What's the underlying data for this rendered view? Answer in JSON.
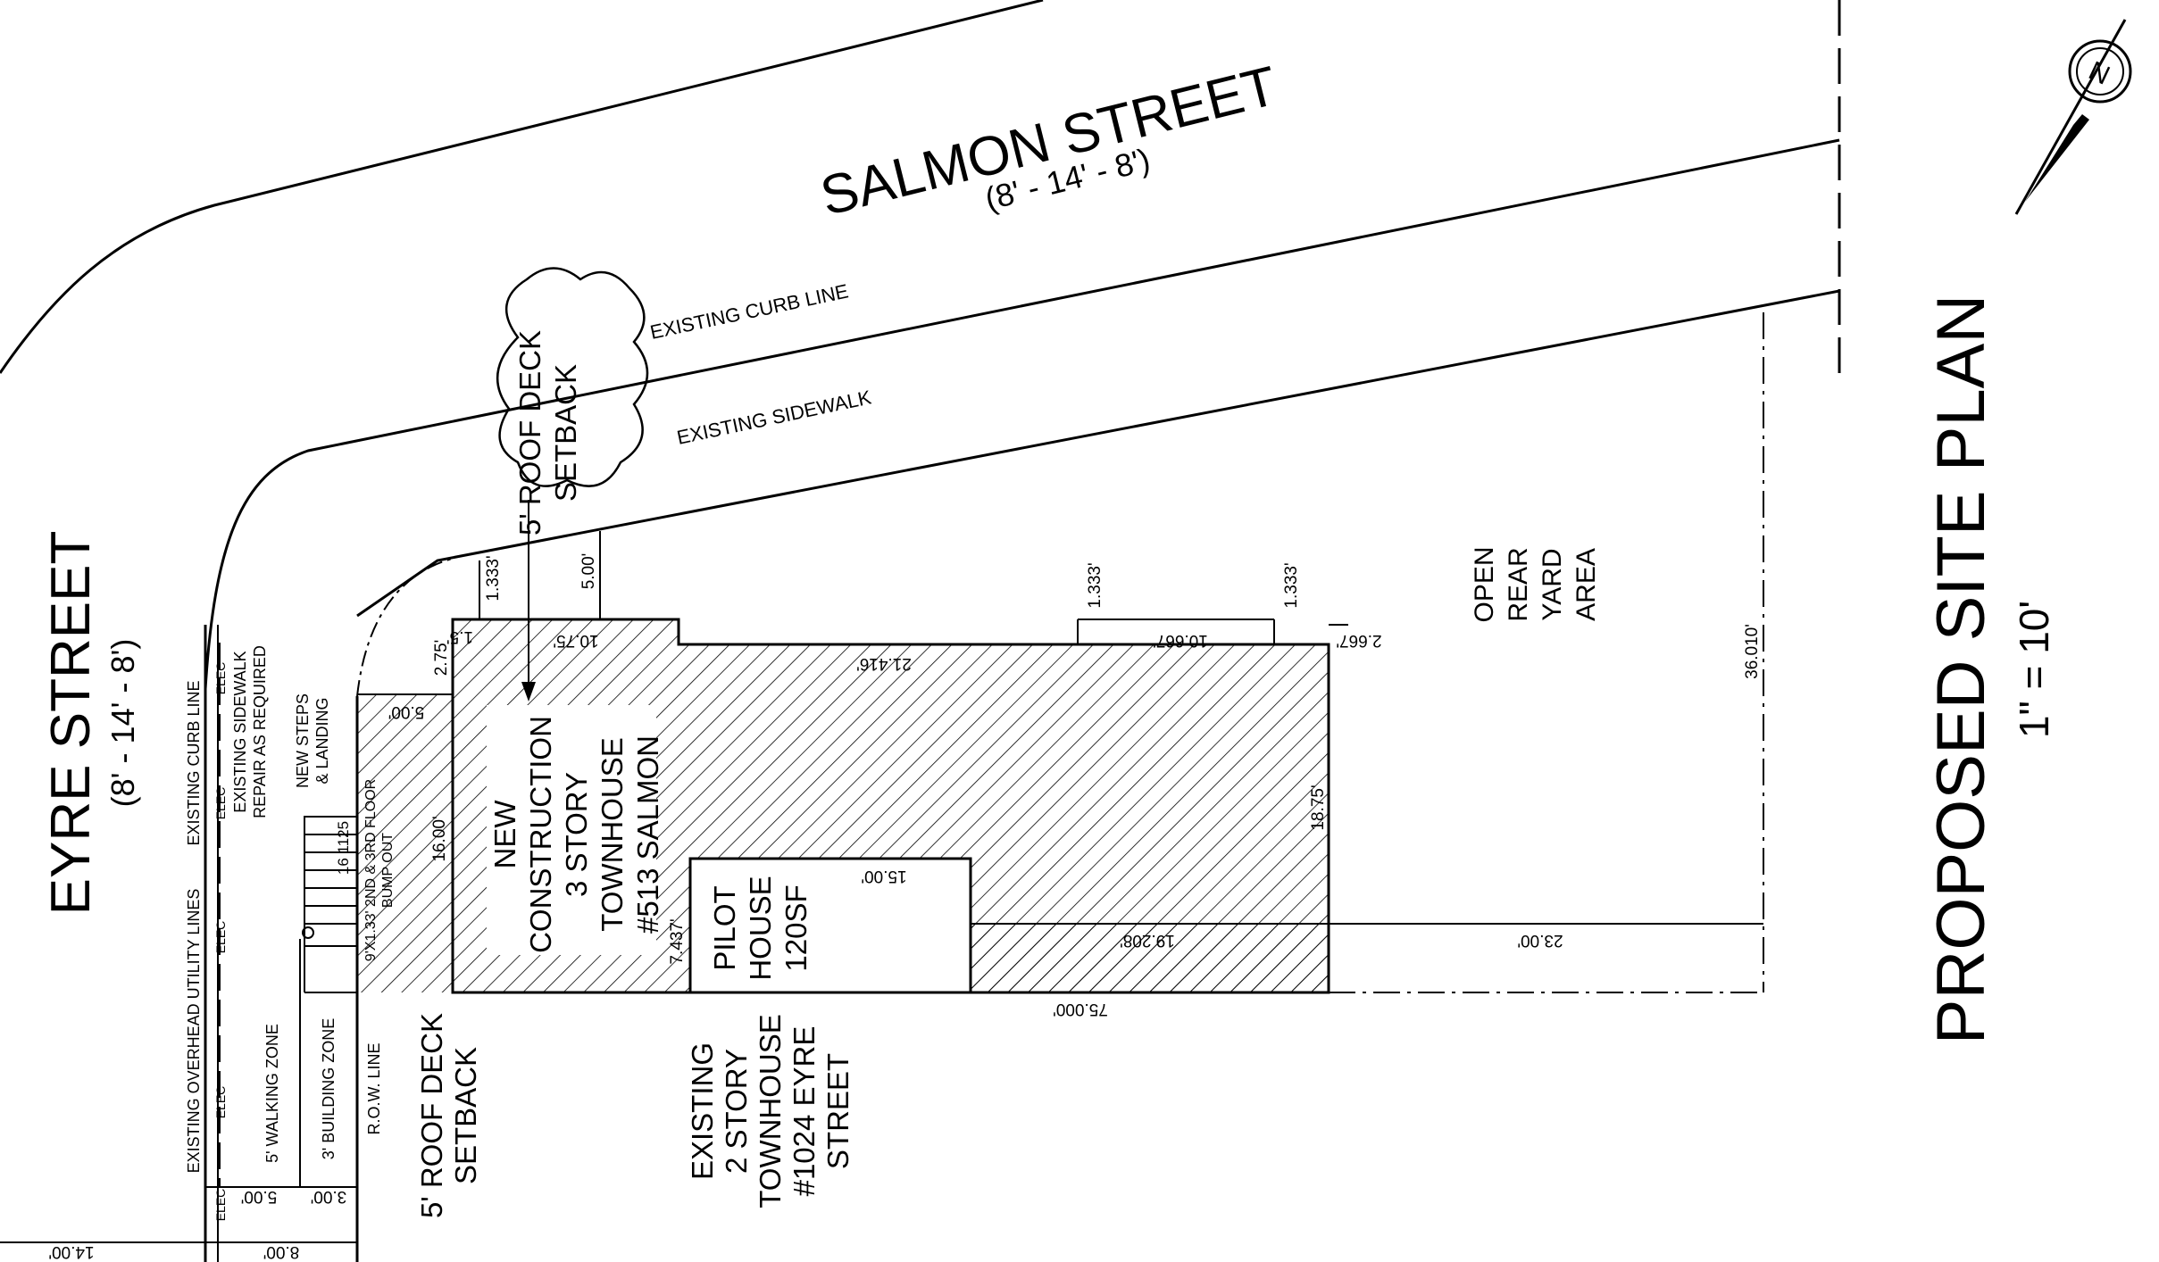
{
  "streets": {
    "salmon": {
      "name": "SALMON STREET",
      "dims": "(8' - 14' - 8')"
    },
    "eyre": {
      "name": "EYRE STREET",
      "dims": "(8' - 14' - 8')"
    }
  },
  "plan_title": {
    "title": "PROPOSED SITE PLAN",
    "scale": "1\" = 10'"
  },
  "annotations": {
    "curb_line": "EXISTING CURB LINE",
    "sidewalk": "EXISTING SIDEWALK",
    "roof_deck_cloud": [
      "5' ROOF DECK",
      "SETBACK"
    ],
    "roof_deck_bottom": [
      "5' ROOF DECK",
      "SETBACK"
    ],
    "open_yard": [
      "OPEN",
      "REAR",
      "YARD",
      "AREA"
    ],
    "new_construction": [
      "NEW",
      "CONSTRUCTION",
      "3 STORY",
      "TOWNHOUSE",
      "#513 SALMON"
    ],
    "pilot_house": [
      "PILOT",
      "HOUSE",
      "120SF"
    ],
    "existing_townhouse": [
      "EXISTING",
      "2 STORY",
      "TOWNHOUSE",
      "#1024 EYRE",
      "STREET"
    ],
    "overhead_utility": "EXISTING OVERHEAD UTILITY LINES",
    "eyre_curb_line": "EXISTING CURB LINE",
    "sidewalk_repair": [
      "EXISTING SIDEWALK",
      "REPAIR AS REQUIRED"
    ],
    "new_steps": [
      "NEW STEPS",
      "& LANDING"
    ],
    "bump_out": [
      "9'X1.33' 2ND & 3RD FLOOR",
      "BUMP OUT"
    ],
    "walking_zone": "5' WALKING ZONE",
    "building_zone": "3' BUILDING ZONE",
    "row_line": "R.O.W. LINE",
    "elec": "ELEC"
  },
  "dimensions": {
    "d_1333_a": "1.333'",
    "d_5_00_top": "5.00'",
    "d_1_5": "1.5'",
    "d_10_75": "10.75'",
    "d_2_75": "2.75'",
    "d_5_00_left": "5.00'",
    "d_21_416": "21.416'",
    "d_1333_b": "1.333'",
    "d_10_667": "10.667'",
    "d_1333_c": "1.333'",
    "d_2_667": "2.667'",
    "d_36_010": "36.010'",
    "d_16_00": "16.00'",
    "d_15_00": "15.00'",
    "d_7_437": "7.437'",
    "d_18_75": "18.75'",
    "d_19_208": "19.208'",
    "d_23_00": "23.00'",
    "d_75_000": "75.000'",
    "d_16_1125": "16 1125",
    "d_5_00_bottom": "5.00'",
    "d_3_00_bottom": "3.00'",
    "d_14_00": "14.00'",
    "d_8_00": "8.00'"
  }
}
